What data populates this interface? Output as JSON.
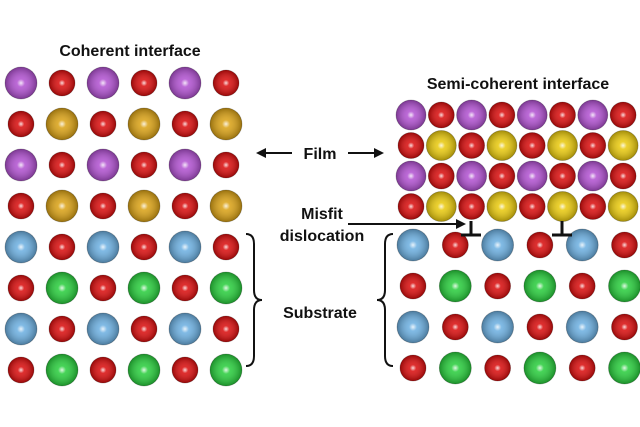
{
  "labels": {
    "coherent_title": "Coherent interface",
    "semicoherent_title": "Semi-coherent interface",
    "film": "Film",
    "misfit_line1": "Misfit",
    "misfit_line2": "dislocation",
    "substrate": "Substrate"
  },
  "colors": {
    "purple": "#b04fd0",
    "red": "#d80a0a",
    "gold": "#d9a012",
    "yellow": "#e8c80a",
    "blue": "#6aaee0",
    "green": "#26cc3a"
  },
  "atom_types": {
    "P": {
      "color": "purple",
      "size": "large"
    },
    "R": {
      "color": "red",
      "size": "small"
    },
    "G": {
      "color": "gold",
      "size": "large"
    },
    "Y": {
      "color": "yellow",
      "size": "large"
    },
    "B": {
      "color": "blue",
      "size": "large"
    },
    "N": {
      "color": "green",
      "size": "large"
    }
  },
  "coherent": {
    "film_rows": [
      "PRPRPR",
      "RGRGRG",
      "PRPRPR",
      "RGRGRG"
    ],
    "substrate_rows": [
      "BRBRBR",
      "RNRNRN",
      "BRBRBR",
      "RNRNRN"
    ]
  },
  "semicoherent": {
    "film_rows": [
      "PRPRPRPR",
      "RYRYRYRY",
      "PRPRPRPR",
      "RYRYRYRY"
    ],
    "substrate_rows": [
      "BRBRBR",
      "RNRNRN",
      "BRBRBR",
      "RNRNRN"
    ],
    "dislocation_count": 2
  }
}
